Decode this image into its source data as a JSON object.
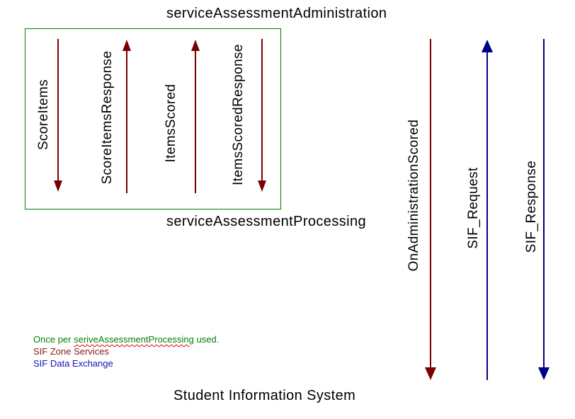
{
  "diagram": {
    "top_label": "serviceAssessmentAdministration",
    "box_bottom_label": "serviceAssessmentProcessing",
    "bottom_label": "Student Information System",
    "box_messages": [
      {
        "label": "ScoreItems",
        "direction": "down"
      },
      {
        "label": "ScoreItemsResponse",
        "direction": "up"
      },
      {
        "label": "ItemsScored",
        "direction": "up"
      },
      {
        "label": "ItemsScoredResponse",
        "direction": "down"
      }
    ],
    "zone_messages": [
      {
        "label": "OnAdministrationScored",
        "direction": "down",
        "category": "SIF Zone Services"
      },
      {
        "label": "SIF_Request",
        "direction": "up",
        "category": "SIF Data Exchange"
      },
      {
        "label": "SIF_Response",
        "direction": "down",
        "category": "SIF Data Exchange"
      }
    ],
    "legend": {
      "note": {
        "before": "Once per ",
        "word": "seriveAssessmentProcessing",
        "after": " used."
      },
      "zone_services": "SIF Zone Services",
      "data_exchange": "SIF Data Exchange"
    }
  },
  "colors": {
    "maroon": "#7a0000",
    "navy": "#000087",
    "green": "#067d06",
    "legend_green": "#067d06",
    "legend_red": "#8b1717",
    "legend_blue": "#1515b5",
    "wavy_red": "#e00000"
  }
}
